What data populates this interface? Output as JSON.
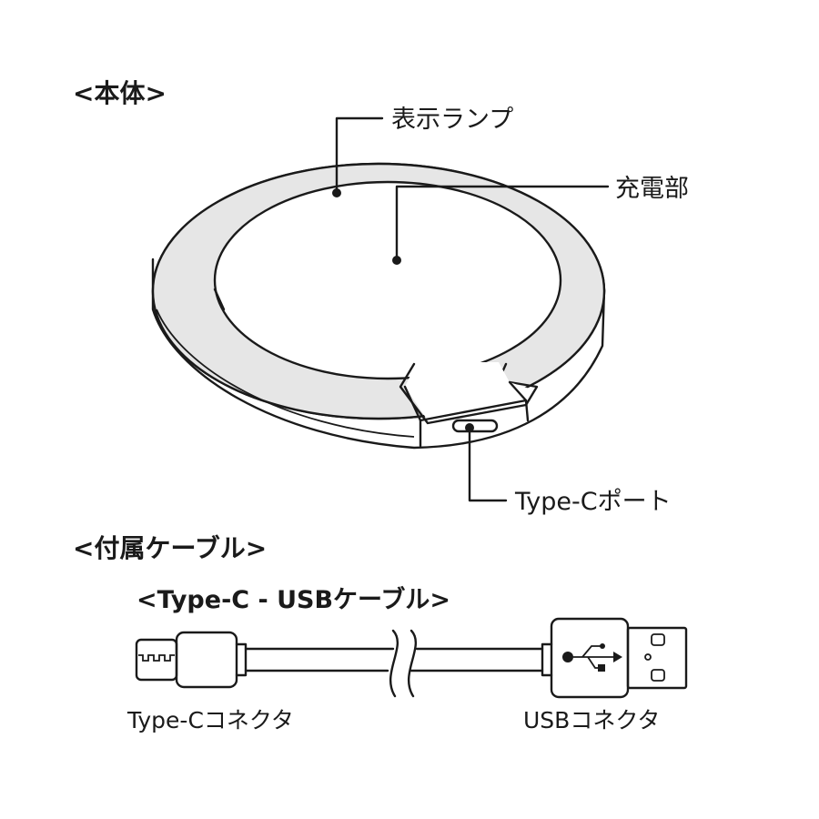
{
  "sections": {
    "body_heading": "<本体>",
    "cable_heading": "<付属ケーブル>",
    "cable_subheading": "<Type-C - USBケーブル>"
  },
  "callouts": {
    "indicator_lamp": "表示ランプ",
    "charging_area": "充電部",
    "typec_port": "Type-Cポート"
  },
  "connectors": {
    "typec": "Type-Cコネクタ",
    "usb": "USBコネクタ"
  },
  "colors": {
    "ring_fill": "#e6e6e6",
    "outline": "#1a1a1a",
    "background": "#ffffff"
  },
  "icons": {
    "usb_symbol": "usb-symbol-icon"
  }
}
